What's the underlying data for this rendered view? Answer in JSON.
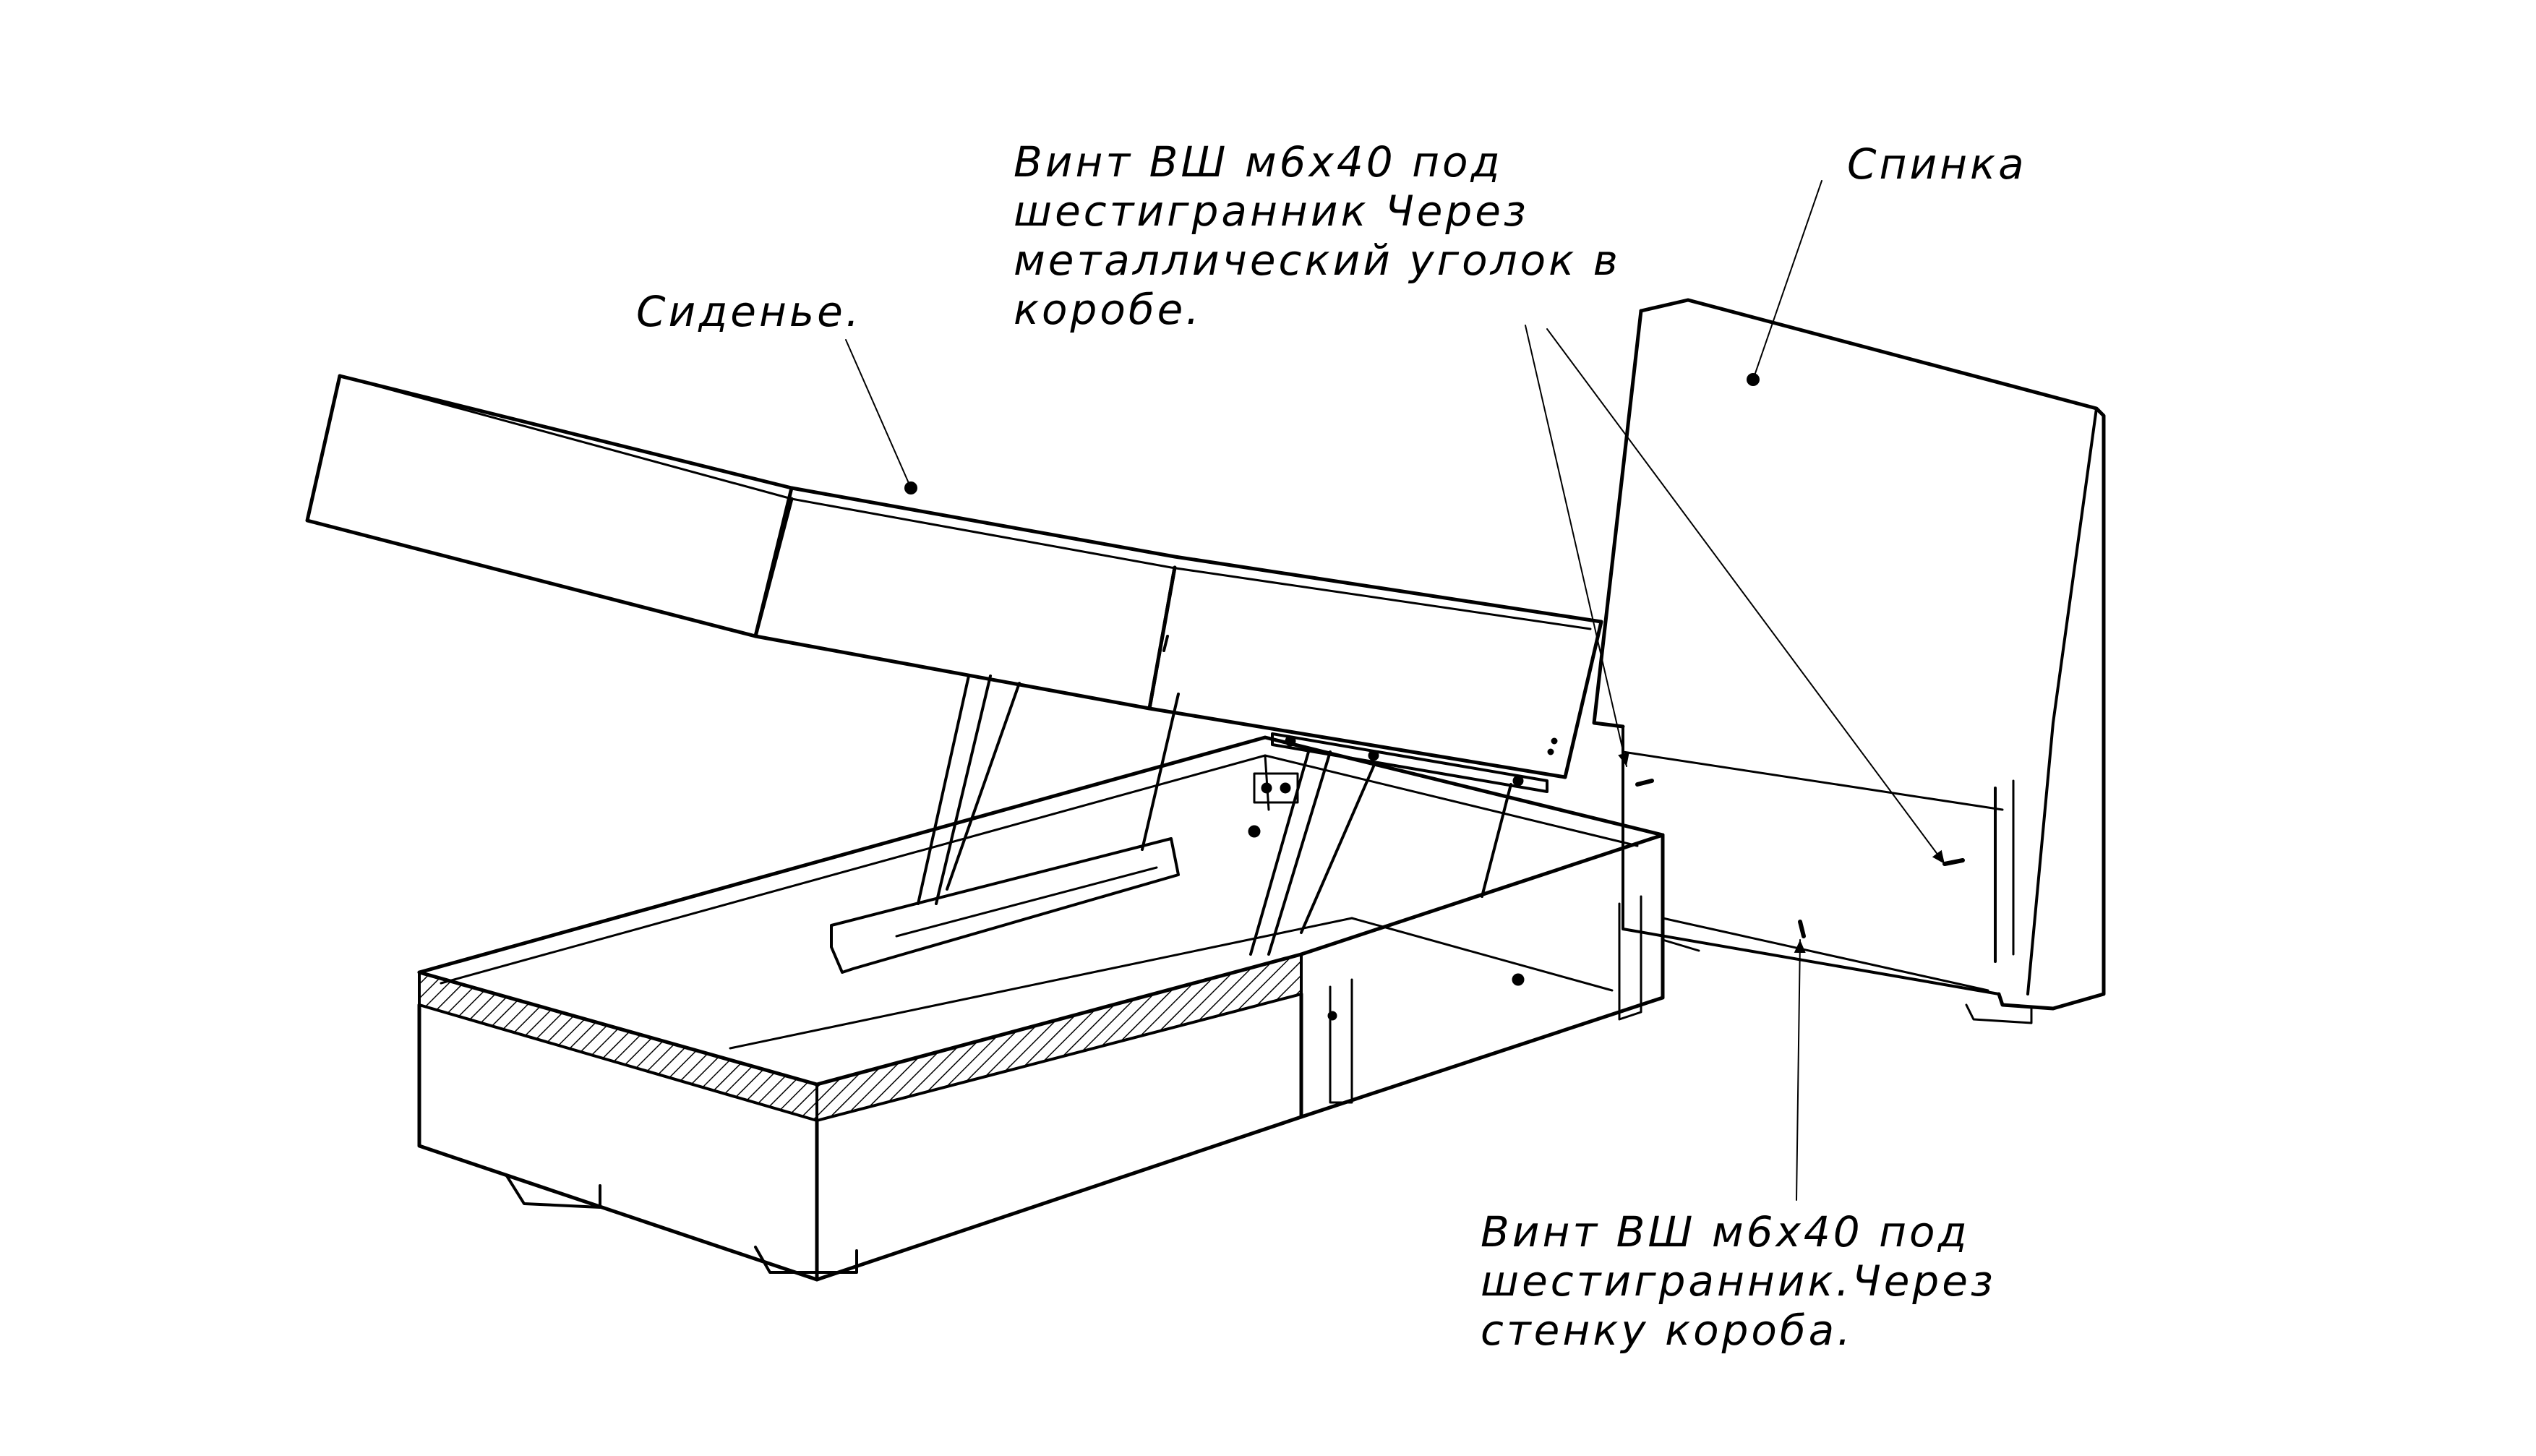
{
  "labels": {
    "seat": "Сиденье.",
    "back": "Спинка",
    "screw_corner": [
      "Винт ВШ м6х40 под",
      "шестигранник Через",
      "металлический уголок в",
      "коробе."
    ],
    "screw_wall": [
      "Винт ВШ м6х40 под",
      "шестигранник.Через",
      "стенку короба."
    ]
  },
  "colors": {
    "ink": "#000000",
    "paper": "#ffffff"
  }
}
